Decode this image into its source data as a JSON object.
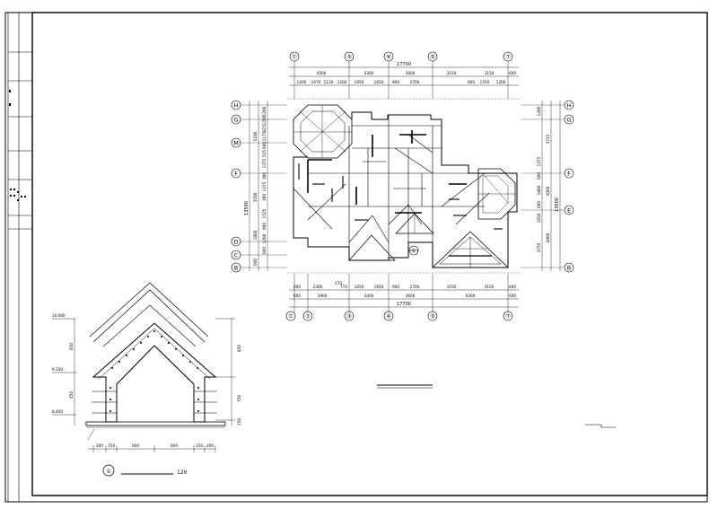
{
  "plan": {
    "top_axes": [
      "①",
      "③",
      "④",
      "⑤",
      "⑦"
    ],
    "bottom_axes": [
      "①",
      "②",
      "③",
      "④",
      "⑤",
      "⑦"
    ],
    "left_axes": [
      "H",
      "G",
      "M",
      "F",
      "D",
      "C",
      "B"
    ],
    "right_axes": [
      "H",
      "G",
      "F",
      "E",
      "B"
    ],
    "top_dims": {
      "overall": "17700",
      "row2": [
        "4500",
        "3300",
        "3600",
        "3150",
        "3150",
        "600"
      ],
      "row3": [
        "1200",
        "1070",
        "1130",
        "1200",
        "1650",
        "1650",
        "900",
        "2700",
        "600",
        "1550",
        "1200"
      ]
    },
    "bottom_dims": {
      "row1": [
        "600",
        "2300",
        "770",
        "1650",
        "1650",
        "900",
        "2700",
        "3150",
        "3150",
        "600"
      ],
      "note_270": "270",
      "row2": [
        "600",
        "3900",
        "3300",
        "3600",
        "6300",
        "600"
      ],
      "overall": "17700"
    },
    "left_dims": {
      "overall": "13500",
      "outer": [
        "5100",
        "3700"
      ],
      "inner": [
        "1200",
        "1200",
        "825",
        "1175",
        "600",
        "525",
        "1375",
        "300",
        "1475",
        "300",
        "1525",
        "900",
        "1800",
        "1200",
        "600",
        "600"
      ]
    },
    "right_dims": {
      "overall": "13500",
      "outer": [
        "3725",
        "3000",
        "4800"
      ],
      "inner": [
        "1200",
        "1375",
        "600",
        "1800",
        "600",
        "1650",
        "3750"
      ]
    },
    "section_mark": "①"
  },
  "section": {
    "elevations": [
      "10.000",
      "9.350",
      "8.400"
    ],
    "vert_dims": [
      "850",
      "450",
      "850",
      "750",
      "150"
    ],
    "bottom_dims": [
      "200",
      "150",
      "600",
      "600",
      "150",
      "200"
    ],
    "label_mark": "①",
    "label_scale": "120"
  }
}
